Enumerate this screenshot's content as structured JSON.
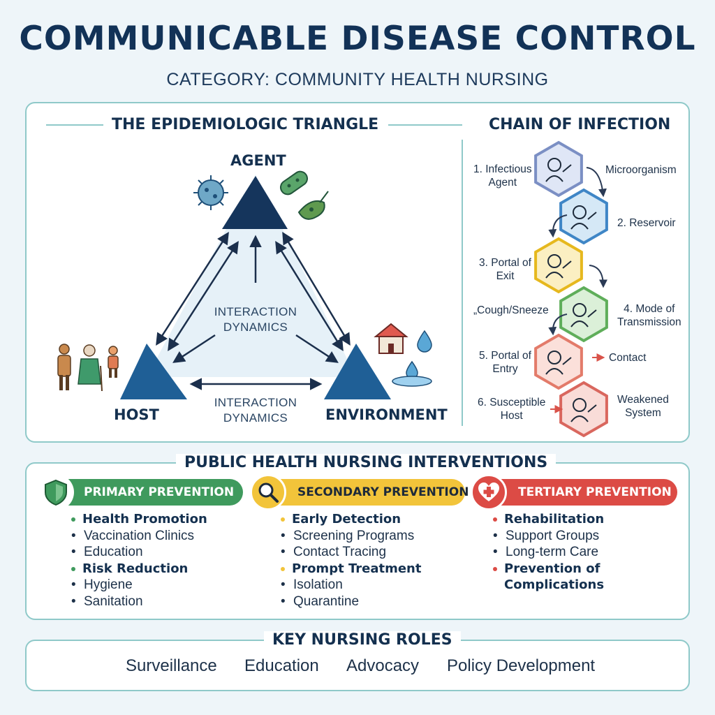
{
  "header": {
    "title": "COMMUNICABLE DISEASE CONTROL",
    "subtitle": "CATEGORY: COMMUNITY HEALTH NURSING"
  },
  "triangle": {
    "heading": "THE EPIDEMIOLOGIC TRIANGLE",
    "agent": "AGENT",
    "host": "HOST",
    "environment": "ENVIRONMENT",
    "center_label_line1": "INTERACTION",
    "center_label_line2": "DYNAMICS",
    "bottom_label_line1": "INTERACTION",
    "bottom_label_line2": "DYNAMICS"
  },
  "chain": {
    "heading": "CHAIN OF INFECTION",
    "steps": [
      {
        "label_line1": "1. Infectious",
        "label_line2": "Agent",
        "note": "Microorganism",
        "color": "#7b8fc4",
        "fill": "#dfe6f6"
      },
      {
        "label_line1": "2. Reservoir",
        "label_line2": "",
        "note": "",
        "color": "#3f86c6",
        "fill": "#d5e8f6"
      },
      {
        "label_line1": "3. Portal of",
        "label_line2": "Exit",
        "note": "„Cough/Sneeze",
        "color": "#e6b81e",
        "fill": "#fbefc2"
      },
      {
        "label_line1": "4. Mode of",
        "label_line2": "Transmission",
        "note": "",
        "color": "#5fae5a",
        "fill": "#dbf0d8"
      },
      {
        "label_line1": "5. Portal of",
        "label_line2": "Entry",
        "note": "Contact",
        "color": "#e37b6a",
        "fill": "#fbe0da"
      },
      {
        "label_line1": "6. Susceptible",
        "label_line2": "Host",
        "note_line1": "Weakened",
        "note_line2": "System",
        "color": "#d9675e",
        "fill": "#f9dcd8"
      }
    ]
  },
  "interventions": {
    "heading": "PUBLIC HEALTH NURSING INTERVENTIONS",
    "primary": {
      "title": "PRIMARY PREVENTION",
      "color": "#3f9a5d",
      "icon": "shield-icon",
      "h1": "Health Promotion",
      "h1_items": [
        "Vaccination Clinics",
        "Education"
      ],
      "h2": "Risk Reduction",
      "h2_items": [
        "Hygiene",
        "Sanitation"
      ]
    },
    "secondary": {
      "title": "SECONDARY PREVENTION",
      "color": "#f2c43a",
      "icon": "magnifier-icon",
      "h1": "Early Detection",
      "h1_items": [
        "Screening Programs",
        "Contact Tracing"
      ],
      "h2": "Prompt Treatment",
      "h2_items": [
        "Isolation",
        "Quarantine"
      ]
    },
    "tertiary": {
      "title": "TERTIARY PREVENTION",
      "color": "#dc4b45",
      "icon": "heart-cross-icon",
      "h1": "Rehabilitation",
      "h1_items": [
        "Support Groups",
        "Long-term Care"
      ],
      "h2_line1": "Prevention of",
      "h2_line2": "Complications"
    }
  },
  "roles": {
    "heading": "KEY NURSING ROLES",
    "items": [
      "Surveillance",
      "Education",
      "Advocacy",
      "Policy Development"
    ]
  }
}
